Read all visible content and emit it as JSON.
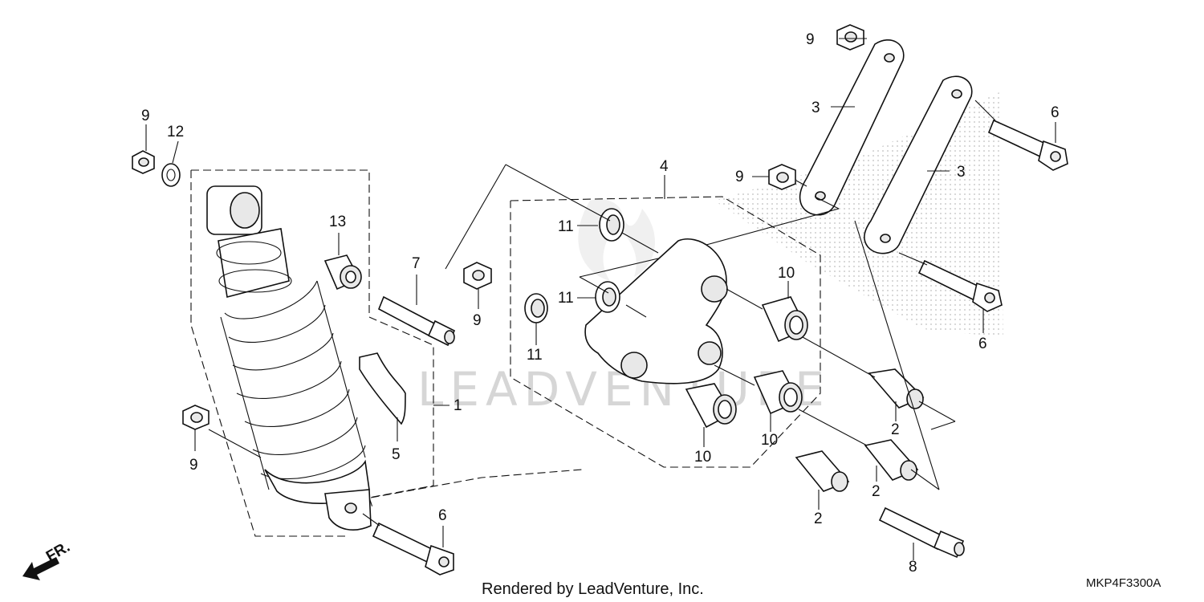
{
  "footer": {
    "rendered_by": "Rendered by LeadVenture, Inc.",
    "diagram_code": "MKP4F3300A"
  },
  "direction_label": "FR.",
  "watermark": "LEADVENTURE",
  "callouts": {
    "c_1": "1",
    "c_2a": "2",
    "c_2b": "2",
    "c_2c": "2",
    "c_3a": "3",
    "c_3b": "3",
    "c_4": "4",
    "c_5": "5",
    "c_6a": "6",
    "c_6b": "6",
    "c_6c": "6",
    "c_7": "7",
    "c_8": "8",
    "c_9a": "9",
    "c_9b": "9",
    "c_9c": "9",
    "c_9d": "9",
    "c_9e": "9",
    "c_10a": "10",
    "c_10b": "10",
    "c_10c": "10",
    "c_11a": "11",
    "c_11b": "11",
    "c_11c": "11",
    "c_12": "12",
    "c_13": "13"
  },
  "colors": {
    "line": "#111111",
    "watermark": "#d6d6d6",
    "stipple": "#bdbdbd"
  }
}
